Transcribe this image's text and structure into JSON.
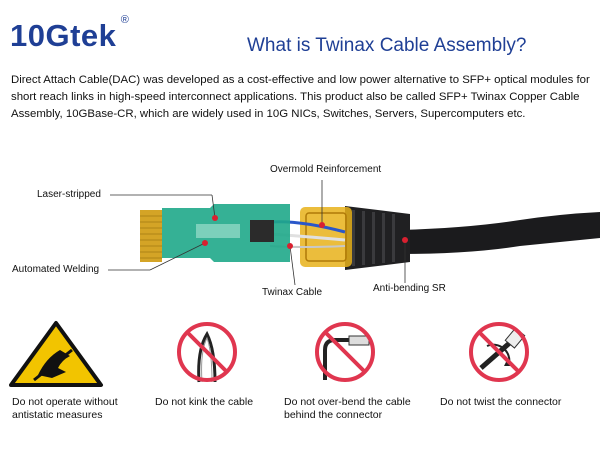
{
  "brand": {
    "name": "10Gtek",
    "reg_mark": "®",
    "color": "#1f3f95"
  },
  "header": {
    "title": "What is Twinax Cable Assembly?"
  },
  "intro": {
    "text": "Direct Attach Cable(DAC) was developed as a cost-effective and low power alternative to SFP+ optical modules for short reach links in high-speed interconnect applications. This product also be called SFP+ Twinax Copper Cable Assembly, 10GBase-CR, which are widely used in 10G NICs, Switches, Servers, Supercomputers etc."
  },
  "diagram": {
    "callouts": {
      "overmold": "Overmold Reinforcement",
      "laser": "Laser-stripped",
      "welding": "Automated Welding",
      "twinax": "Twinax Cable",
      "anti_bending": "Anti-bending SR"
    },
    "colors": {
      "pcb": "#1fa88a",
      "overmold": "#e8b21a",
      "cable": "#1b1b1d",
      "marker": "#d92030"
    }
  },
  "warnings": [
    {
      "line1": "Do not operate without",
      "line2": "antistatic measures",
      "icon": "esd-warning-icon"
    },
    {
      "line1": "Do not kink the cable",
      "line2": "",
      "icon": "no-kink-icon"
    },
    {
      "line1": "Do not over-bend the cable",
      "line2": "behind the connector",
      "icon": "no-overbend-icon"
    },
    {
      "line1": "Do not twist the connector",
      "line2": "",
      "icon": "no-twist-icon"
    }
  ]
}
